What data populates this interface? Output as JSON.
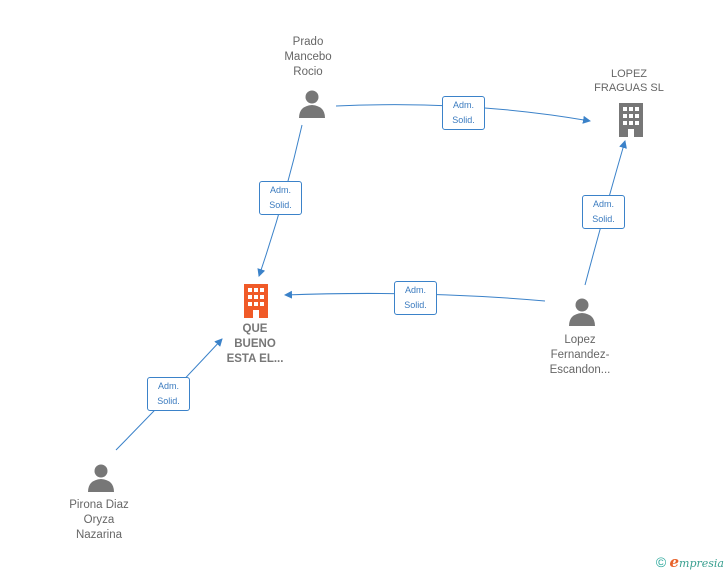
{
  "nodes": {
    "prado": {
      "label": "Prado\nMancebo\nRocio",
      "type": "person"
    },
    "lopez_fraguas": {
      "label": "LOPEZ\nFRAGUAS  SL",
      "type": "company"
    },
    "que_bueno": {
      "label": "QUE\nBUENO\nESTA EL...",
      "type": "company",
      "highlight": true
    },
    "lopez_fernandez": {
      "label": "Lopez\nFernandez-\nEscandon...",
      "type": "person"
    },
    "pirona": {
      "label": "Pirona Diaz\nOryza\nNazarina",
      "type": "person"
    }
  },
  "edges": [
    {
      "from": "prado",
      "to": "lopez_fraguas",
      "label": "Adm.\nSolid."
    },
    {
      "from": "prado",
      "to": "que_bueno",
      "label": "Adm.\nSolid."
    },
    {
      "from": "lopez_fernandez",
      "to": "lopez_fraguas",
      "label": "Adm.\nSolid."
    },
    {
      "from": "lopez_fernandez",
      "to": "que_bueno",
      "label": "Adm.\nSolid."
    },
    {
      "from": "pirona",
      "to": "que_bueno",
      "label": "Adm.\nSolid."
    }
  ],
  "colors": {
    "edge": "#3b82c9",
    "person_icon": "#777777",
    "company_icon": "#777777",
    "highlight_company": "#f05a28"
  },
  "credit": {
    "symbol": "©",
    "brand_initial": "e",
    "brand_rest": "mpresia"
  }
}
